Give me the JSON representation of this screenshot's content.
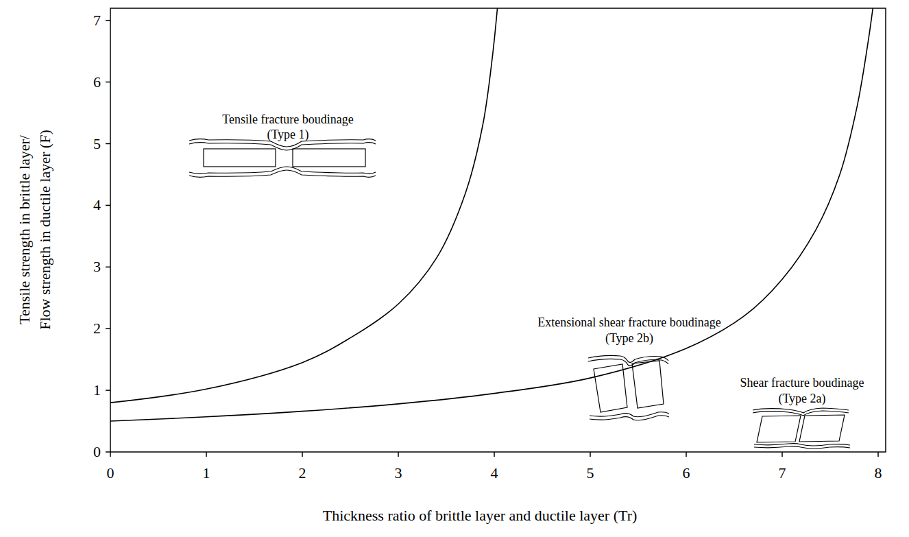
{
  "diagram": {
    "labels": [
      "7",
      "6",
      "5",
      "4",
      "3",
      "2",
      "1",
      "0",
      "Tensile fracture boudinage",
      "(Type 1)",
      "Extensional shear fracture boudinage",
      "(Type 2b)",
      "Shear fracture boudinage",
      "(Type 2a)",
      "Tensile strength in brittle layer/",
      "Flow strength in ductile layer (F)",
      "0",
      "1",
      "2",
      "3",
      "4",
      "5",
      "6",
      "7",
      "8",
      "Thickness ratio of brittle layer and ductile layer (Tr)"
    ]
  }
}
